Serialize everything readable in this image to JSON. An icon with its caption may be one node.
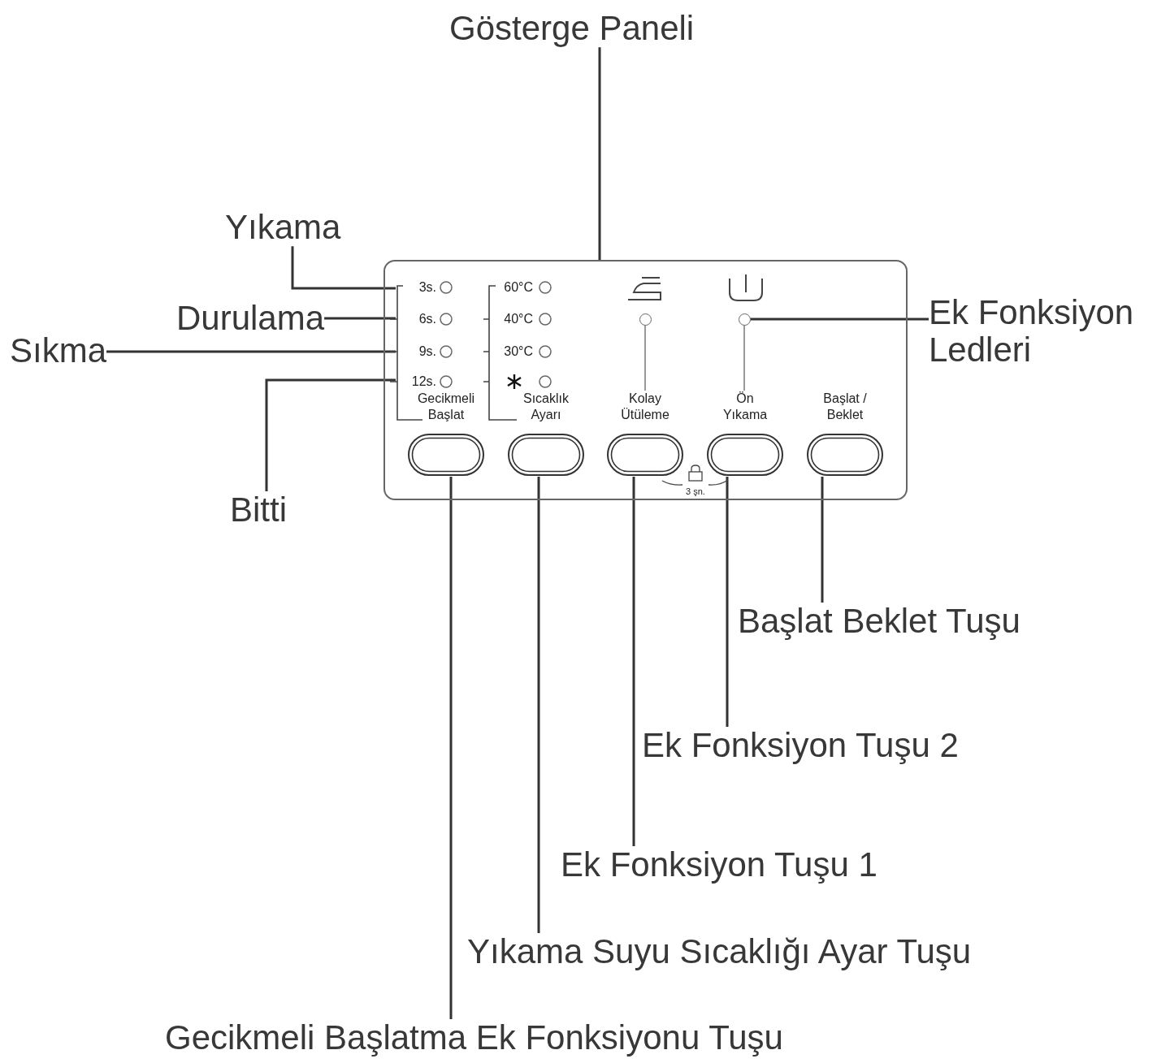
{
  "diagram": {
    "nodes": [
      {
        "text": [
          "Gösterge Paneli"
        ]
      },
      {
        "text": [],
        "shape": "box"
      },
      {
        "text": [
          "Gecikmeli Başlat"
        ],
        "in": 1
      },
      {
        "text": [
          "Sıcaklık Ayarı"
        ],
        "in": 1
      },
      {
        "text": [
          "Kolay Ütüleme"
        ],
        "in": 1
      },
      {
        "text": [
          "Ön Yıkama"
        ],
        "in": 1
      },
      {
        "text": [
          "Başlat / Beklet"
        ],
        "in": 1
      },
      {
        "text": [],
        "shape": "circle",
        "in": 1
      },
      {
        "text": [],
        "shape": "circle",
        "in": 1
      },
      {
        "text": [
          "Yıkama"
        ]
      },
      {
        "text": [
          "Durulama"
        ]
      },
      {
        "text": [
          "Sıkma"
        ]
      },
      {
        "text": [
          "Bitti"
        ]
      },
      {
        "text": [
          "Ek Fonksiyon Ledleri"
        ]
      },
      {
        "text": [
          "Başlat Beklet Tuşu"
        ]
      },
      {
        "text": [
          "Ek Fonksiyon Tuşu 2"
        ]
      },
      {
        "text": [
          "Ek Fonksiyon Tuşu 1"
        ]
      },
      {
        "text": [
          "Yıkama Suyu Sıcaklığı Ayar Tuşu"
        ]
      },
      {
        "text": [
          "Gecikmeli Başlatma Ek Fonksiyonu Tuşu"
        ]
      }
    ],
    "edges": [
      {
        "from": 0,
        "to": 1,
        "arrow": "none"
      },
      {
        "from": 9,
        "to": 1,
        "arrow": "none"
      },
      {
        "from": 10,
        "to": 1,
        "arrow": "none"
      },
      {
        "from": 11,
        "to": 1,
        "arrow": "none"
      },
      {
        "from": 12,
        "to": 1,
        "arrow": "none"
      },
      {
        "from": 13,
        "to": 8,
        "arrow": "none"
      },
      {
        "from": 14,
        "to": 6,
        "arrow": "none"
      },
      {
        "from": 15,
        "to": 5,
        "arrow": "none"
      },
      {
        "from": 16,
        "to": 4,
        "arrow": "none"
      },
      {
        "from": 17,
        "to": 3,
        "arrow": "none"
      },
      {
        "from": 18,
        "to": 2,
        "arrow": "none"
      },
      {
        "from": 7,
        "to": 4,
        "arrow": "none",
        "color": "#777777"
      },
      {
        "from": 8,
        "to": 5,
        "arrow": "none",
        "color": "#777777"
      }
    ],
    "labels": [
      "3s.",
      "6s.",
      "9s.",
      "12s.",
      "60°C",
      "40°C",
      "30°C",
      "3 şn."
    ]
  }
}
